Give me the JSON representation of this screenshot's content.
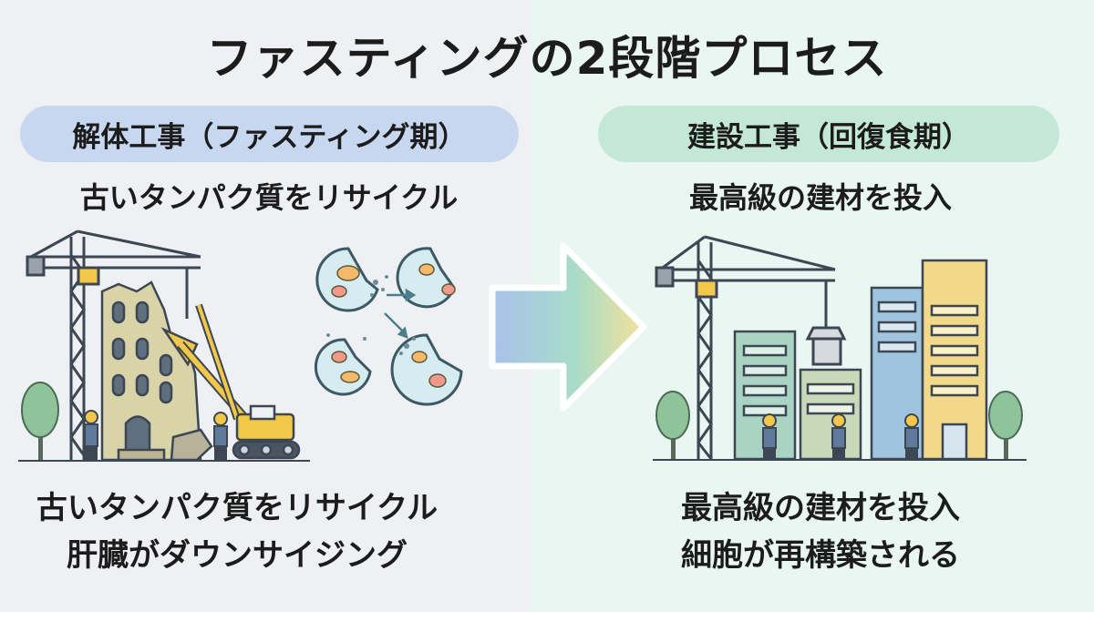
{
  "title": "ファスティングの2段階プロセス",
  "left_phase": {
    "label": "解体工事（ファスティング期）",
    "subtitle": "古いタンパク質をリサイクル",
    "caption_lines": [
      "古いタンパク質をリサイクル",
      "肝臓がダウンサイジング"
    ]
  },
  "right_phase": {
    "label": "建設工事（回復食期）",
    "subtitle": "最高級の建材を投入",
    "caption_lines": [
      "最高級の建材を投入",
      "細胞が再構築される"
    ]
  },
  "colors": {
    "left_background": "#eef0f4",
    "right_background": "#eaf6f1",
    "left_pill": "#c6d7ef",
    "right_pill": "#c4e8d7",
    "crane_yellow": "#f2c84b",
    "cell_fill": "#d6ecf0"
  }
}
